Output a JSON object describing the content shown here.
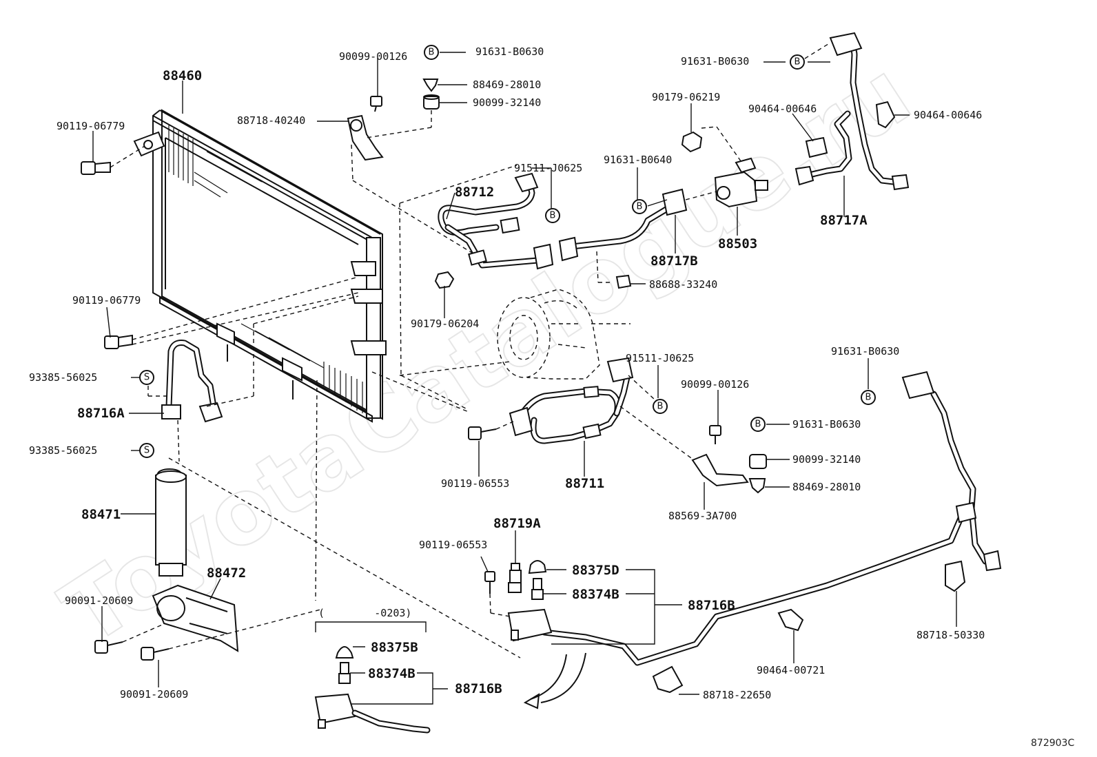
{
  "watermark": "ToyotaCatalogue.ru",
  "figure_ref": "872903C",
  "date_range_note": "(        -0203)",
  "circle_markers": {
    "b": "B",
    "s": "S"
  },
  "labels": {
    "l_88460": "88460",
    "l_90119_06779_a": "90119-06779",
    "l_90119_06779_b": "90119-06779",
    "l_93385_56025_a": "93385-56025",
    "l_93385_56025_b": "93385-56025",
    "l_88716A": "88716A",
    "l_88471": "88471",
    "l_88472": "88472",
    "l_90091_20609_a": "90091-20609",
    "l_90091_20609_b": "90091-20609",
    "l_90099_00126_a": "90099-00126",
    "l_91631_B0630_a": "91631-B0630",
    "l_88469_28010_a": "88469-28010",
    "l_90099_32140_a": "90099-32140",
    "l_88718_40240": "88718-40240",
    "l_91511_J0625_a": "91511-J0625",
    "l_88712": "88712",
    "l_90179_06204": "90179-06204",
    "l_91631_B0640": "91631-B0640",
    "l_90179_06219": "90179-06219",
    "l_88717B": "88717B",
    "l_88503": "88503",
    "l_88688_33240": "88688-33240",
    "l_91631_B0630_b": "91631-B0630",
    "l_90464_00646_a": "90464-00646",
    "l_90464_00646_b": "90464-00646",
    "l_88717A": "88717A",
    "l_91511_J0625_b": "91511-J0625",
    "l_90099_00126_b": "90099-00126",
    "l_91631_B0630_c": "91631-B0630",
    "l_90099_32140_b": "90099-32140",
    "l_88469_28010_b": "88469-28010",
    "l_88569_3A700": "88569-3A700",
    "l_90119_06553_a": "90119-06553",
    "l_88711": "88711",
    "l_91631_B0630_d": "91631-B0630",
    "l_88719A": "88719A",
    "l_90119_06553_b": "90119-06553",
    "l_88375D": "88375D",
    "l_88374B_a": "88374B",
    "l_88716B_a": "88716B",
    "l_88375B": "88375B",
    "l_88374B_b": "88374B",
    "l_88716B_b": "88716B",
    "l_90464_00721": "90464-00721",
    "l_88718_22650": "88718-22650",
    "l_88718_50330": "88718-50330"
  }
}
